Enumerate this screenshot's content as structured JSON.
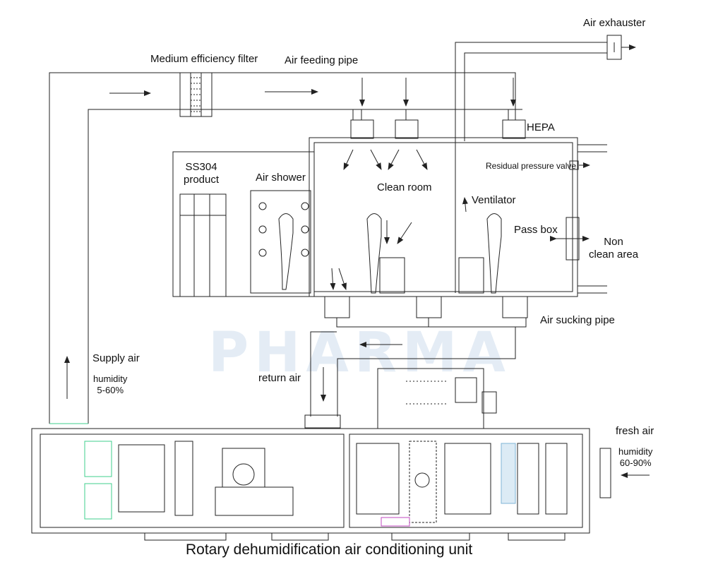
{
  "labels": {
    "medium_filter": "Medium efficiency filter",
    "air_feeding_pipe": "Air feeding pipe",
    "air_exhauster": "Air exhauster",
    "hepa": "HEPA",
    "ss304_line1": "SS304",
    "ss304_line2": "product",
    "air_shower": "Air shower",
    "clean_room": "Clean room",
    "ventilator": "Ventilator",
    "residual_valve": "Residual pressure valve",
    "pass_box": "Pass box",
    "non_clean_line1": "Non",
    "non_clean_line2": "clean area",
    "air_sucking_pipe": "Air sucking pipe",
    "supply_air": "Supply air",
    "humidity_supply_line1": "humidity",
    "humidity_supply_line2": "5-60%",
    "return_air": "return air",
    "fresh_air": "fresh air",
    "humidity_fresh_line1": "humidity",
    "humidity_fresh_line2": "60-90%",
    "title": "Rotary dehumidification air conditioning unit"
  },
  "watermark": "PHARMA",
  "colors": {
    "line": "#222222",
    "filter_green": "#3fcf8e",
    "filter_blue": "#7fb5d6",
    "accent_magenta": "#c04ac0",
    "watermark": "#dbe6f2"
  }
}
